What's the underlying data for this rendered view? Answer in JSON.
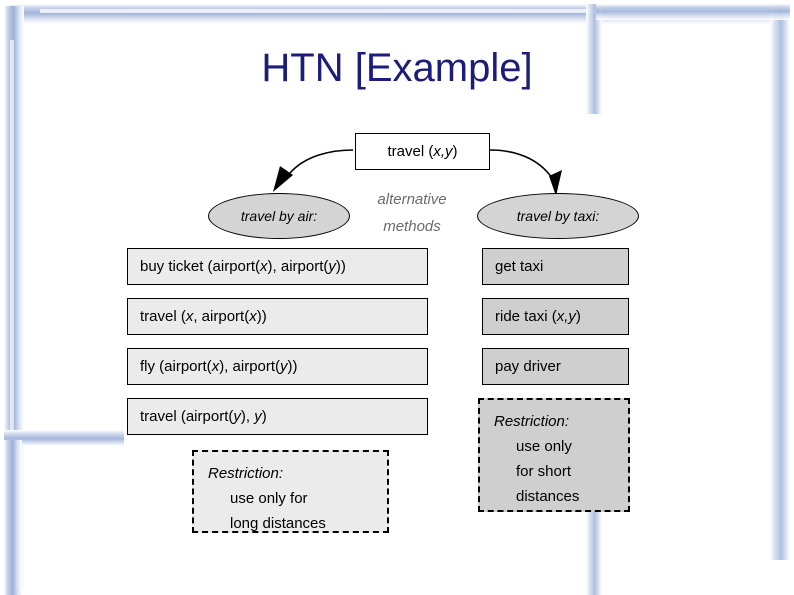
{
  "slide": {
    "title": "HTN [Example]",
    "title_color": "#1c1c7a",
    "background_color": "#ffffff",
    "frame_accent_color": "#8ea4cc"
  },
  "diagram": {
    "root": {
      "label_prefix": "travel (",
      "label_vars": "x,y",
      "label_suffix": ")",
      "full_label": "travel (x,y)"
    },
    "annotation": {
      "line1": "alternative",
      "line2": "methods",
      "color": "#6b6b6b"
    },
    "branches": [
      {
        "method_label": "travel by air:",
        "fill": "#d4d4d4",
        "steps": [
          {
            "prefix": "buy ticket (airport(",
            "v1": "x",
            "mid": "), airport(",
            "v2": "y",
            "suffix": "))",
            "full": "buy ticket (airport(x), airport(y))"
          },
          {
            "prefix": "travel (",
            "v1": "x",
            "mid": ", airport(",
            "v2": "x",
            "suffix": "))",
            "full": "travel (x, airport(x))"
          },
          {
            "prefix": "fly (airport(",
            "v1": "x",
            "mid": "), airport(",
            "v2": "y",
            "suffix": "))",
            "full": "fly (airport(x), airport(y))"
          },
          {
            "prefix": "travel (airport(",
            "v1": "y",
            "mid": "), ",
            "v2": "y",
            "suffix": ")",
            "full": "travel (airport(y), y)"
          }
        ],
        "restriction": {
          "title": "Restriction:",
          "lines": [
            "use only for",
            "long distances"
          ],
          "fill": "#ebebeb"
        }
      },
      {
        "method_label": "travel by taxi:",
        "fill": "#d4d4d4",
        "steps": [
          {
            "prefix": "get taxi",
            "v1": "",
            "mid": "",
            "v2": "",
            "suffix": "",
            "full": "get taxi"
          },
          {
            "prefix": "ride taxi (",
            "v1": "x,y",
            "mid": "",
            "v2": "",
            "suffix": ")",
            "full": "ride taxi (x,y)"
          },
          {
            "prefix": "pay driver",
            "v1": "",
            "mid": "",
            "v2": "",
            "suffix": "",
            "full": "pay driver"
          }
        ],
        "restriction": {
          "title": "Restriction:",
          "lines": [
            "use only",
            "for short",
            "distances"
          ],
          "fill": "#cfcfcf"
        }
      }
    ]
  }
}
